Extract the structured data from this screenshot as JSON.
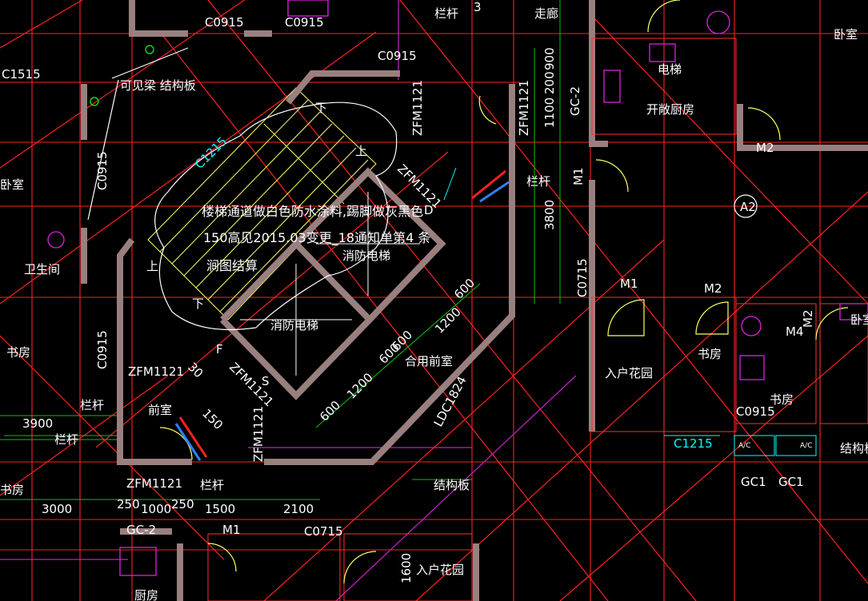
{
  "drawing": {
    "note_lines": [
      "楼梯通道做白色防水涂料,踢脚做灰黑色",
      "150高见2015.03变更_18通知单第4 条",
      "涧图结算"
    ],
    "door_codes": [
      "ZFM1121",
      "ZFM1121",
      "ZFM1121",
      "ZFM1121",
      "ZFM1121",
      "ZFM1121",
      "ZFM1121"
    ],
    "window_codes": [
      "C0915",
      "C0915",
      "C0915",
      "C0915",
      "C0915",
      "C0915",
      "C1515",
      "C1215",
      "C0715",
      "C0715",
      "C1215",
      "LDC1824",
      "GC-2",
      "GC-2",
      "GC1",
      "GC1"
    ],
    "door_small_codes": [
      "M1",
      "M1",
      "M1",
      "M2",
      "M2",
      "M2",
      "M4"
    ],
    "rooms": [
      "走廊",
      "开敞厨房",
      "卧室",
      "卧室",
      "入户花园",
      "入户花园",
      "书房",
      "书房",
      "前室",
      "合用前室",
      "消防电梯",
      "消防电梯",
      "卫生间",
      "厨房",
      "书房",
      "卧室",
      "电梯",
      "书房"
    ],
    "labels": [
      "栏杆",
      "栏杆",
      "栏杆",
      "栏杆",
      "栏杆",
      "结构板",
      "结构板",
      "可见梁 结构板",
      "上",
      "上",
      "下",
      "下",
      "F",
      "S",
      "D",
      "A2",
      "3",
      "A/C",
      "A/C"
    ],
    "dimensions": [
      "900",
      "200",
      "1100",
      "3800",
      "1200",
      "600",
      "600",
      "600",
      "1200",
      "600",
      "3900",
      "3000",
      "250",
      "1000",
      "250",
      "1500",
      "2100",
      "1600",
      "150",
      "30"
    ]
  }
}
